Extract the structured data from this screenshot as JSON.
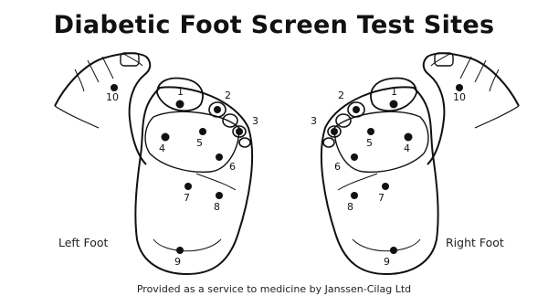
{
  "title": "Diabetic Foot Screen Test Sites",
  "left_foot": {
    "label": "Left Foot"
  },
  "right_foot": {
    "label": "Right Foot"
  },
  "site_numbers": [
    "1",
    "2",
    "3",
    "4",
    "5",
    "6",
    "7",
    "8",
    "9",
    "10"
  ],
  "footer": "Provided as a service to medicine by Janssen-Cilag Ltd",
  "colors": {
    "ink": "#111111",
    "paper": "#ffffff"
  }
}
